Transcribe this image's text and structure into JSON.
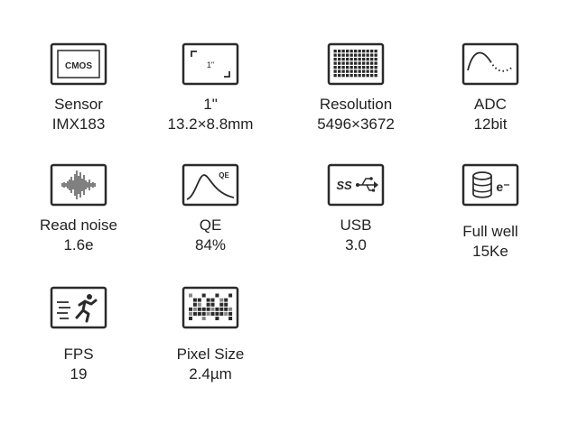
{
  "specs": [
    {
      "label": "Sensor",
      "value": "IMX183",
      "icon": "cmos-chip-icon",
      "icon_text": "CMOS"
    },
    {
      "label": "1\"",
      "value": "13.2×8.8mm",
      "icon": "sensor-size-frame-icon",
      "icon_text": "1\""
    },
    {
      "label": "Resolution",
      "value": "5496×3672",
      "icon": "pixel-grid-icon"
    },
    {
      "label": "ADC",
      "value": "12bit",
      "icon": "adc-curve-icon"
    },
    {
      "label": "Read noise",
      "value": "1.6e",
      "icon": "noise-waveform-icon"
    },
    {
      "label": "QE",
      "value": "84%",
      "icon": "qe-curve-icon",
      "icon_text": "QE"
    },
    {
      "label": "USB",
      "value": "3.0",
      "icon": "usb3-superspeed-icon",
      "icon_text": "SS"
    },
    {
      "label": "Full well",
      "value": "15Ke",
      "icon": "electron-well-icon",
      "icon_text": "e⁻"
    },
    {
      "label": "FPS",
      "value": "19",
      "icon": "running-speed-icon"
    },
    {
      "label": "Pixel Size",
      "value": "2.4µm",
      "icon": "pixel-size-checker-icon"
    }
  ],
  "colors": {
    "icon_stroke": "#2a2a2a",
    "text": "#222222",
    "background": "#ffffff"
  }
}
